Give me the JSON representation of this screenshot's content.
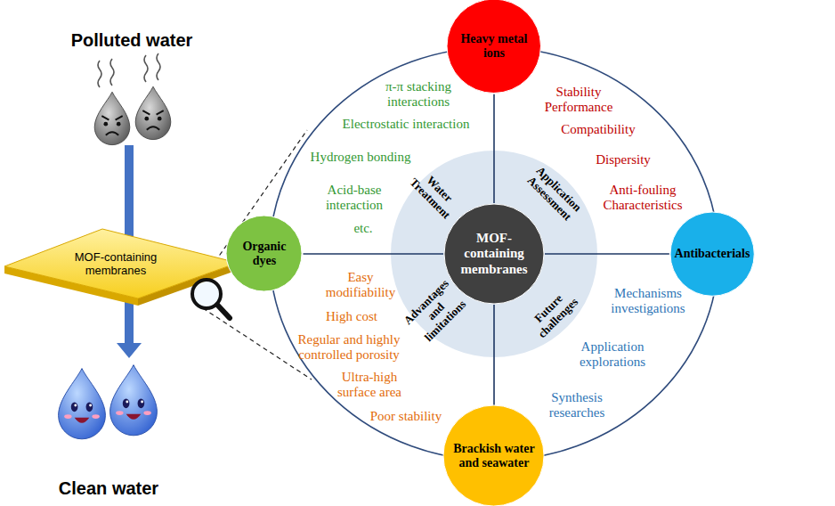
{
  "diagram": {
    "nodes": [
      {
        "text": [
          "MOF-containing membranes"
        ]
      },
      {
        "text": [
          "Heavy metal ions"
        ]
      },
      {
        "text": [
          "Organic dyes"
        ]
      },
      {
        "text": [
          "Antibacterials"
        ]
      },
      {
        "text": [
          "Brackish water and seawater"
        ]
      },
      {
        "text": [
          "Water Treatment",
          "Application Assessment",
          "Advantages and limitations",
          "Future challenges"
        ]
      },
      {
        "text": [
          "MOF-containing membranes"
        ],
        "in": 5
      }
    ],
    "edges": [
      {
        "from": 6,
        "to": 1,
        "arrow": "none"
      },
      {
        "from": 6,
        "to": 2,
        "arrow": "none"
      },
      {
        "from": 6,
        "to": 3,
        "arrow": "none"
      },
      {
        "from": 6,
        "to": 4,
        "arrow": "none"
      }
    ],
    "labels": [
      "Polluted water",
      "Clean water",
      "π-π stacking interactions",
      "Electrostatic interaction",
      "Hydrogen bonding",
      "Acid-base interaction",
      "etc.",
      "Stability Performance",
      "Compatibility",
      "Dispersity",
      "Anti-fouling Characteristics",
      "Mechanisms investigations",
      "Application explorations",
      "Synthesis researches",
      "Easy modifiability",
      "High cost",
      "Regular and highly controlled porosity",
      "Ultra-high surface area",
      "Poor stability"
    ]
  }
}
